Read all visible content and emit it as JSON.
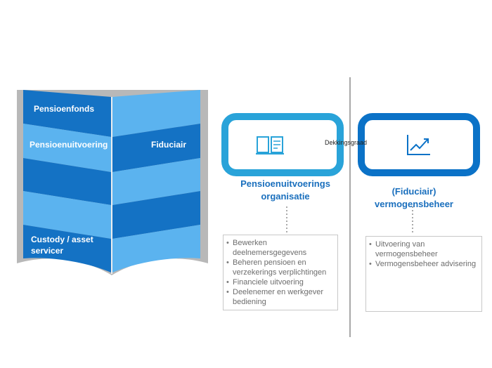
{
  "book": {
    "rows": [
      {
        "left": "Pensioenfonds",
        "right": ""
      },
      {
        "left": "Pensioenuitvoering",
        "right": "Fiduciair"
      },
      {
        "left": "",
        "right": ""
      },
      {
        "left": "",
        "right": ""
      },
      {
        "left_line1": "Custody / asset",
        "left_line2": "servicer",
        "right": ""
      }
    ]
  },
  "pension_org": {
    "icon": "book-icon",
    "title_line1": "Pensioenuitvoerings",
    "title_line2": "organisatie",
    "bullets": [
      [
        "Bewerken",
        "deelnemersgegevens"
      ],
      [
        "Beheren pensioen en",
        "verzekerings verplichtingen"
      ],
      [
        "Financiele uitvoering"
      ],
      [
        "Deelenemer en werkgever",
        "bediening"
      ]
    ]
  },
  "link_label": "Dekkingsgraad",
  "asset_mgmt": {
    "icon": "trend-chart-icon",
    "title": "(Fiduciair) vermogensbeheer",
    "bullets": [
      [
        "Uitvoering van",
        "vermogensbeheer"
      ],
      [
        "Vermogensbeheer advisering"
      ]
    ]
  },
  "colors": {
    "dark_blue": "#1472c4",
    "light_blue": "#5bb3ef",
    "box1_border": "#29a3d9",
    "box2_border": "#0b72c7",
    "divider": "#8c8c8c",
    "title_blue": "#1a6fbd"
  }
}
